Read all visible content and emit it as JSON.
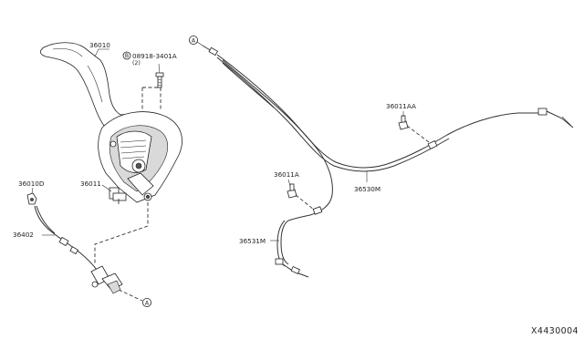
{
  "diagram": {
    "part_labels": {
      "lever_assembly": "36010",
      "bolt": "08918-3401A",
      "bolt_qty": "(2)",
      "bolt_prefix": "B",
      "lever_cable_dust": "36010D",
      "switch": "36011",
      "front_cable": "36402",
      "clip_a": "36011A",
      "clip_aa": "36011AA",
      "rear_cable_right": "36530M",
      "rear_cable_left": "36531M"
    },
    "reference_marker": "A",
    "diagram_code": "X4430004"
  }
}
